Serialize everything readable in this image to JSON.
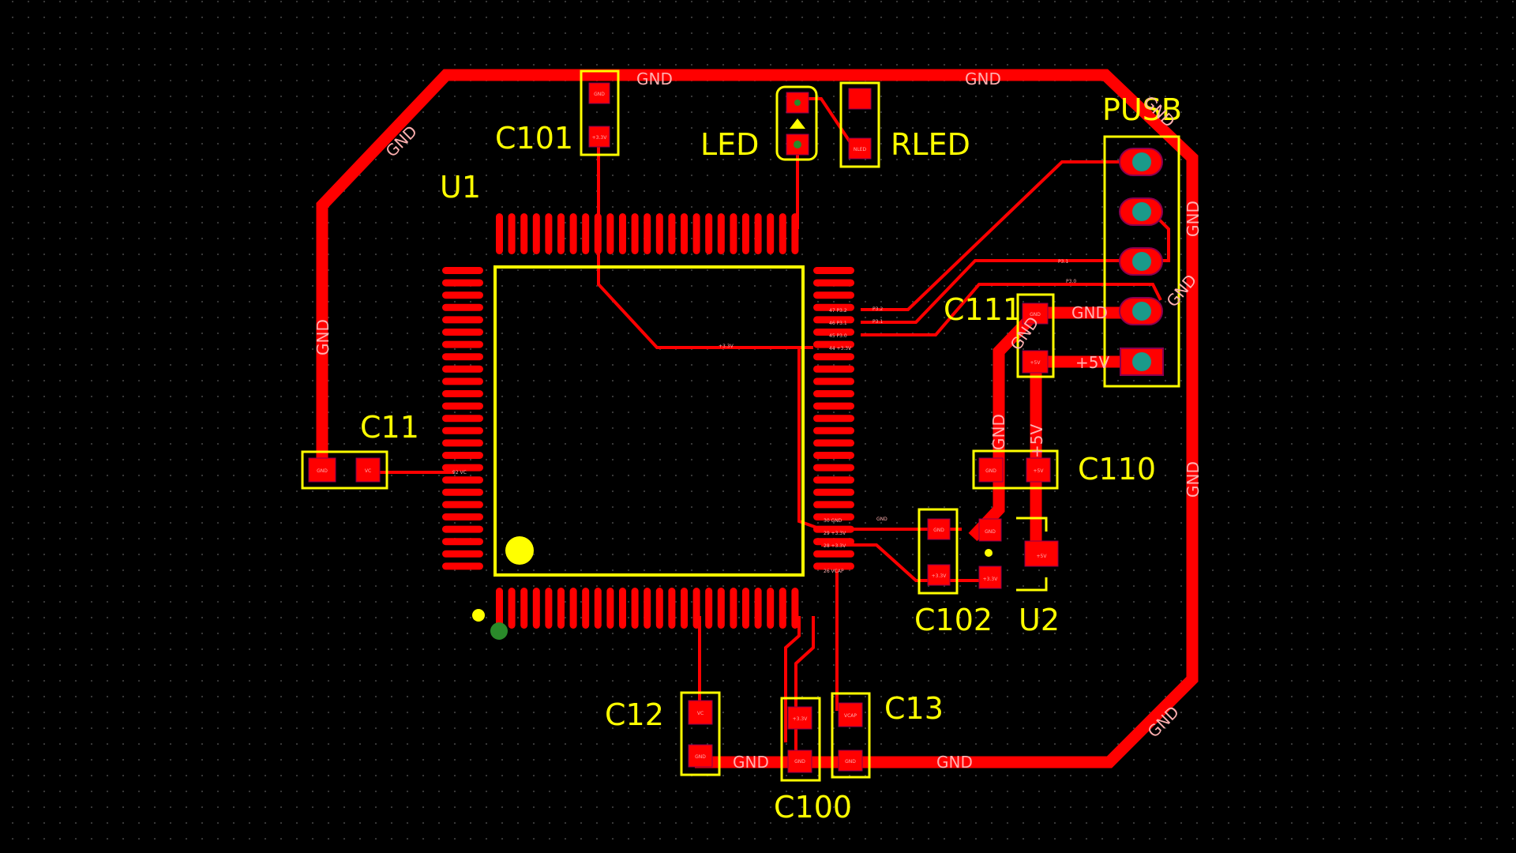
{
  "colors": {
    "background": "#000000",
    "copper": "#ff0000",
    "silkscreen": "#ffff00",
    "pad_text": "#ffb0b0",
    "pad_outline": "#8a0050",
    "usb_pad_inner": "#1a9a8a",
    "via": "#2a8a2a"
  },
  "net_labels": {
    "gnd": "GND",
    "plus5v": "+5V",
    "plus3v3": "+3.3V"
  },
  "refs": {
    "u1": "U1",
    "u2": "U2",
    "c11": "C11",
    "c12": "C12",
    "c13": "C13",
    "c100": "C100",
    "c101": "C101",
    "c102": "C102",
    "c110": "C110",
    "c111": "C111",
    "led": "LED",
    "rled": "RLED",
    "pusb": "PUSB"
  },
  "pad_labels": {
    "c11_gnd": "GND",
    "c11_vcap": "VC",
    "c12_top": "VC",
    "c12_gnd": "GND",
    "c13_top": "VCAP",
    "c13_gnd": "GND",
    "c100_top": "+3.3V",
    "c100_gnd": "GND",
    "c101_top": "GND",
    "c101_bottom": "+3.3V",
    "c102_top": "GND",
    "c102_bottom": "+3.3V",
    "c110_left": "GND",
    "c110_right": "+5V",
    "c111_top": "GND",
    "c111_bottom": "+5V",
    "u2_pin1": "GND",
    "u2_pin2": "+3.3V",
    "u2_pin3": "+5V",
    "rled_bottom": "NLED",
    "pin47": "47  P3.2",
    "pin46": "46  P3.1",
    "pin45": "45  P3.0",
    "pin44": "44  +3.3V",
    "pin30": "30  GND",
    "pin29": "29  +3.3V",
    "pin28": "28  +3.3V",
    "pin26": "26  VCAP",
    "pin92": "92  VC"
  },
  "trace_labels": {
    "p32": "P3.2",
    "p31": "P3.1",
    "p30": "P3.0",
    "v33": "+3.3V",
    "gnd": "GND"
  }
}
